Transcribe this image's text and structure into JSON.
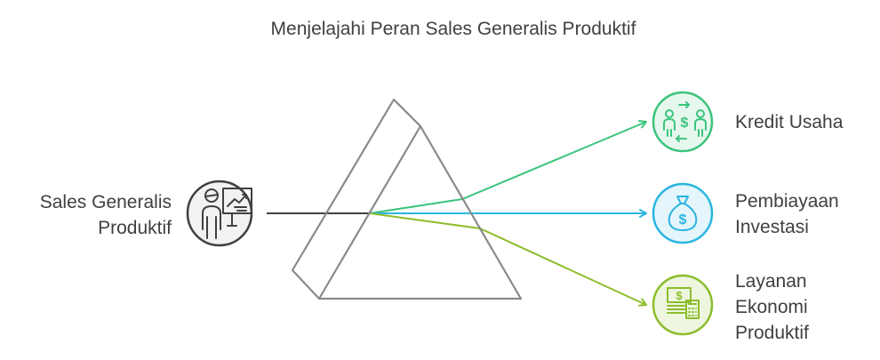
{
  "title": "Menjelajahi Peran Sales Generalis Produktif",
  "source": {
    "line1": "Sales Generalis",
    "line2": "Produktif",
    "icon": "presenter-chart-icon"
  },
  "outputs": [
    {
      "lines": [
        "Kredit Usaha"
      ],
      "icon": "people-exchange-icon",
      "color": "#3cc47c",
      "fill": "#e6f7ee"
    },
    {
      "lines": [
        "Pembiayaan",
        "Investasi"
      ],
      "icon": "money-bag-icon",
      "color": "#2bb5e0",
      "fill": "#e4f5fb"
    },
    {
      "lines": [
        "Layanan",
        "Ekonomi",
        "Produktif"
      ],
      "icon": "cash-calculator-icon",
      "color": "#8cbd2c",
      "fill": "#eef6e0"
    }
  ],
  "colors": {
    "prism_stroke": "#8a8a8a",
    "input_line": "#404040",
    "text": "#404040"
  }
}
